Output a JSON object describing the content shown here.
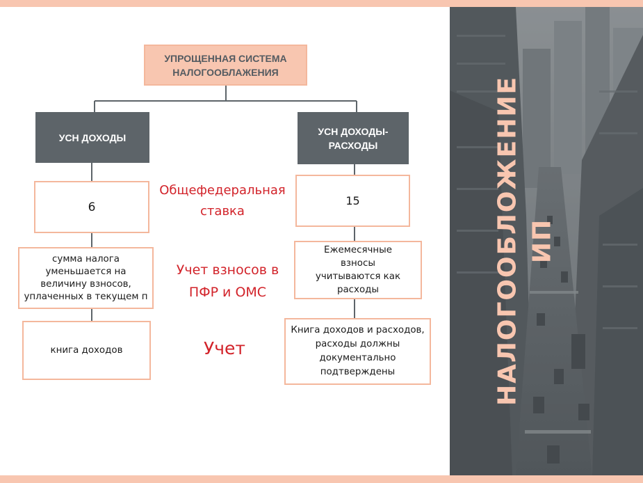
{
  "colors": {
    "peach": "#f8c6b0",
    "slate": "#5d6469",
    "red": "#d2232a"
  },
  "side_title": {
    "line1": "НАЛОГООБЛОЖЕНИЕ",
    "line2": "ИП"
  },
  "root": {
    "line1": "УПРОЩЕННАЯ СИСТЕМА",
    "line2": "НАЛОГООБЛАЖЕНИЯ"
  },
  "branch_left": {
    "title": "УСН ДОХОДЫ",
    "rate": "6",
    "contributions": [
      "сумма налога",
      "уменьшается на",
      "величину взносов,",
      "уплаченных в текущем п"
    ],
    "accounting": "книга доходов"
  },
  "branch_right": {
    "title_line1": "УСН ДОХОДЫ-",
    "title_line2": "РАСХОДЫ",
    "rate": "15",
    "contributions": [
      "Ежемесячные",
      "взносы",
      "учитываются как",
      "расходы"
    ],
    "accounting": [
      "Книга доходов и расходов,",
      "расходы должны",
      "документально",
      "подтверждены"
    ]
  },
  "labels": {
    "rate_line1": "Общефедеральная",
    "rate_line2": "ставка",
    "contrib_line1": "Учет взносов в",
    "contrib_line2": "ПФР и ОМС",
    "accounting": "Учет"
  }
}
